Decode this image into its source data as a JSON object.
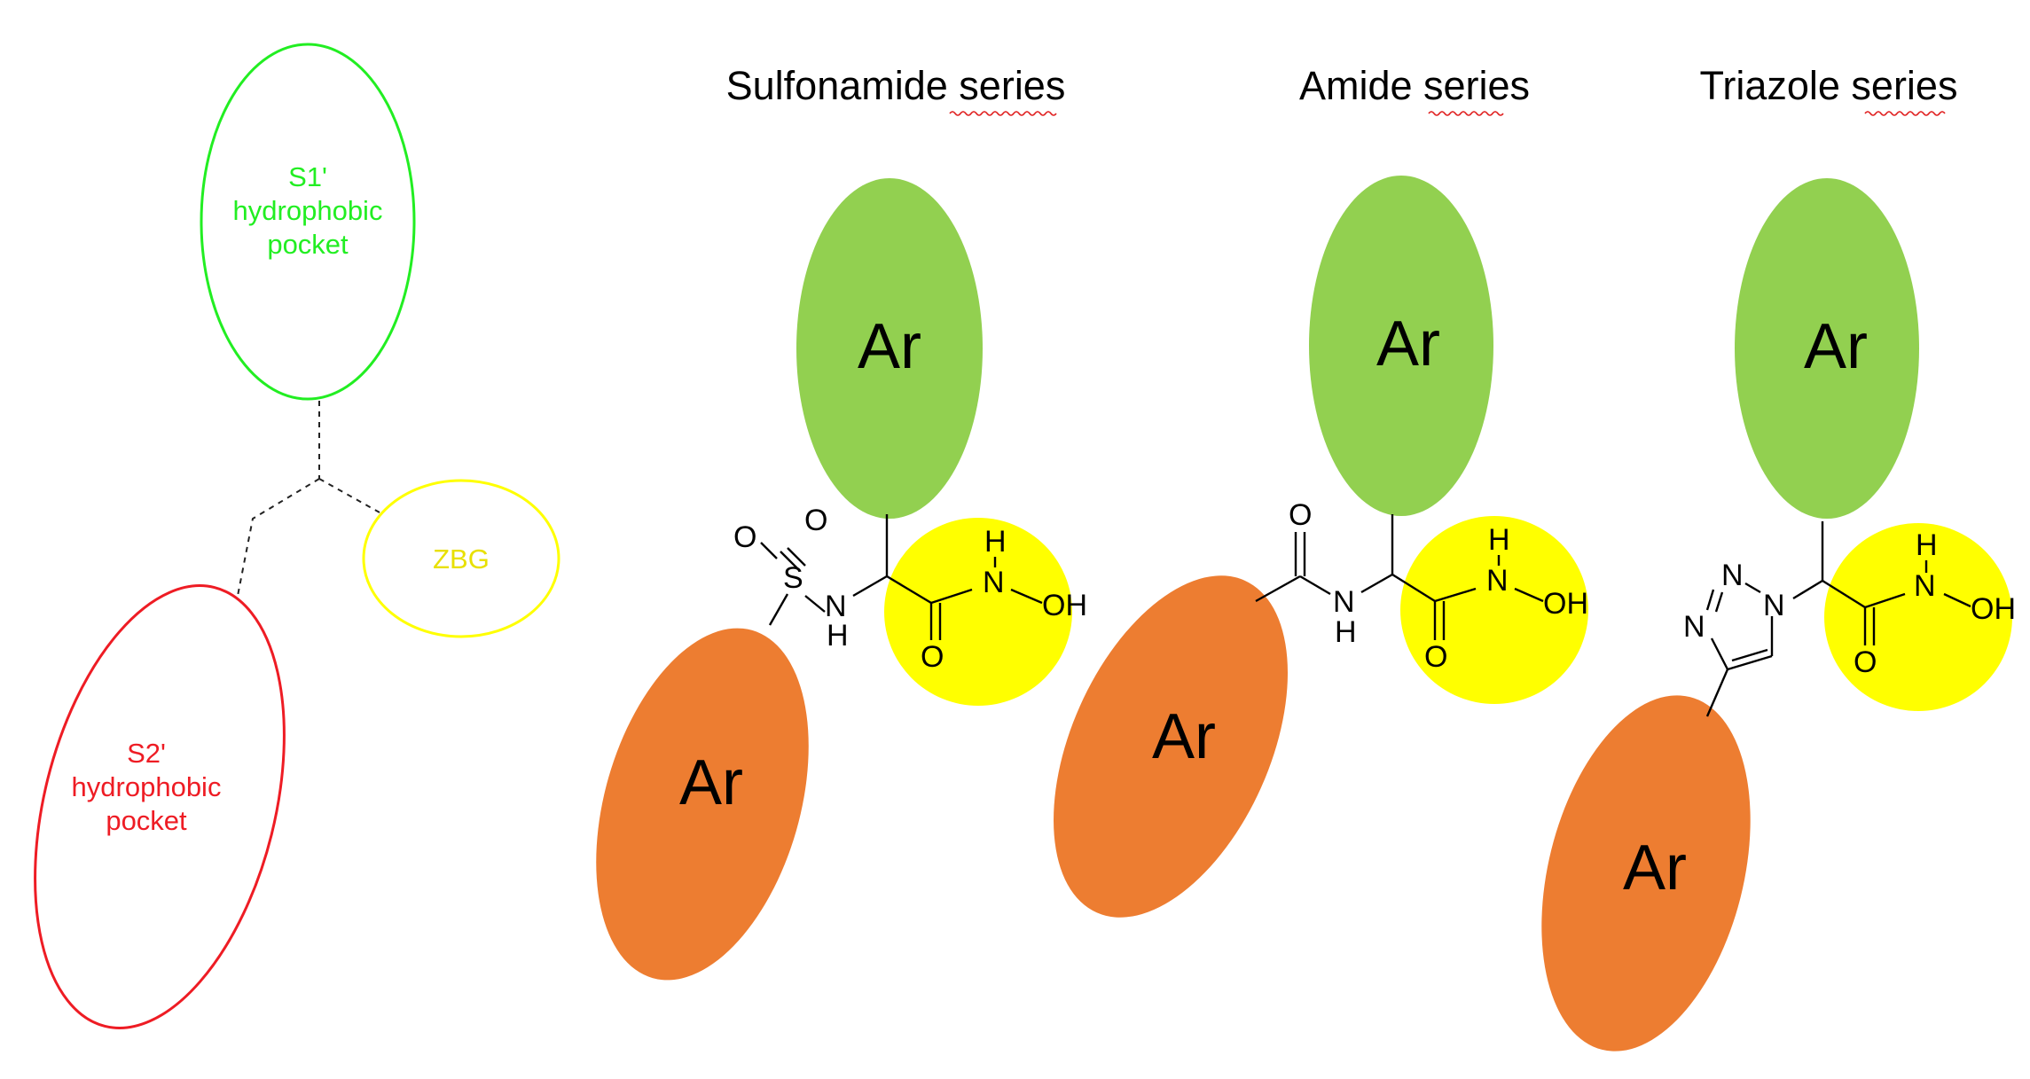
{
  "titles": {
    "sulfonamide": "Sulfonamide series",
    "amide": "Amide series",
    "triazole": "Triazole series"
  },
  "pockets": {
    "s1": {
      "line1": "S1'",
      "line2": "hydrophobic",
      "line3": "pocket"
    },
    "zbg": "ZBG",
    "s2": {
      "line1": "S2'",
      "line2": "hydrophobic",
      "line3": "pocket"
    }
  },
  "ar_label": "Ar",
  "atoms": {
    "O": "O",
    "S": "S",
    "N": "N",
    "H": "H",
    "OH": "OH"
  },
  "colors": {
    "s1_pocket": "#22ee22",
    "s2_pocket": "#ee1c24",
    "zbg": "#ffff00",
    "zbg_text": "#e8e000",
    "green_fill": "#92d050",
    "orange_fill": "#ed7d31",
    "yellow_fill": "#ffff00"
  }
}
